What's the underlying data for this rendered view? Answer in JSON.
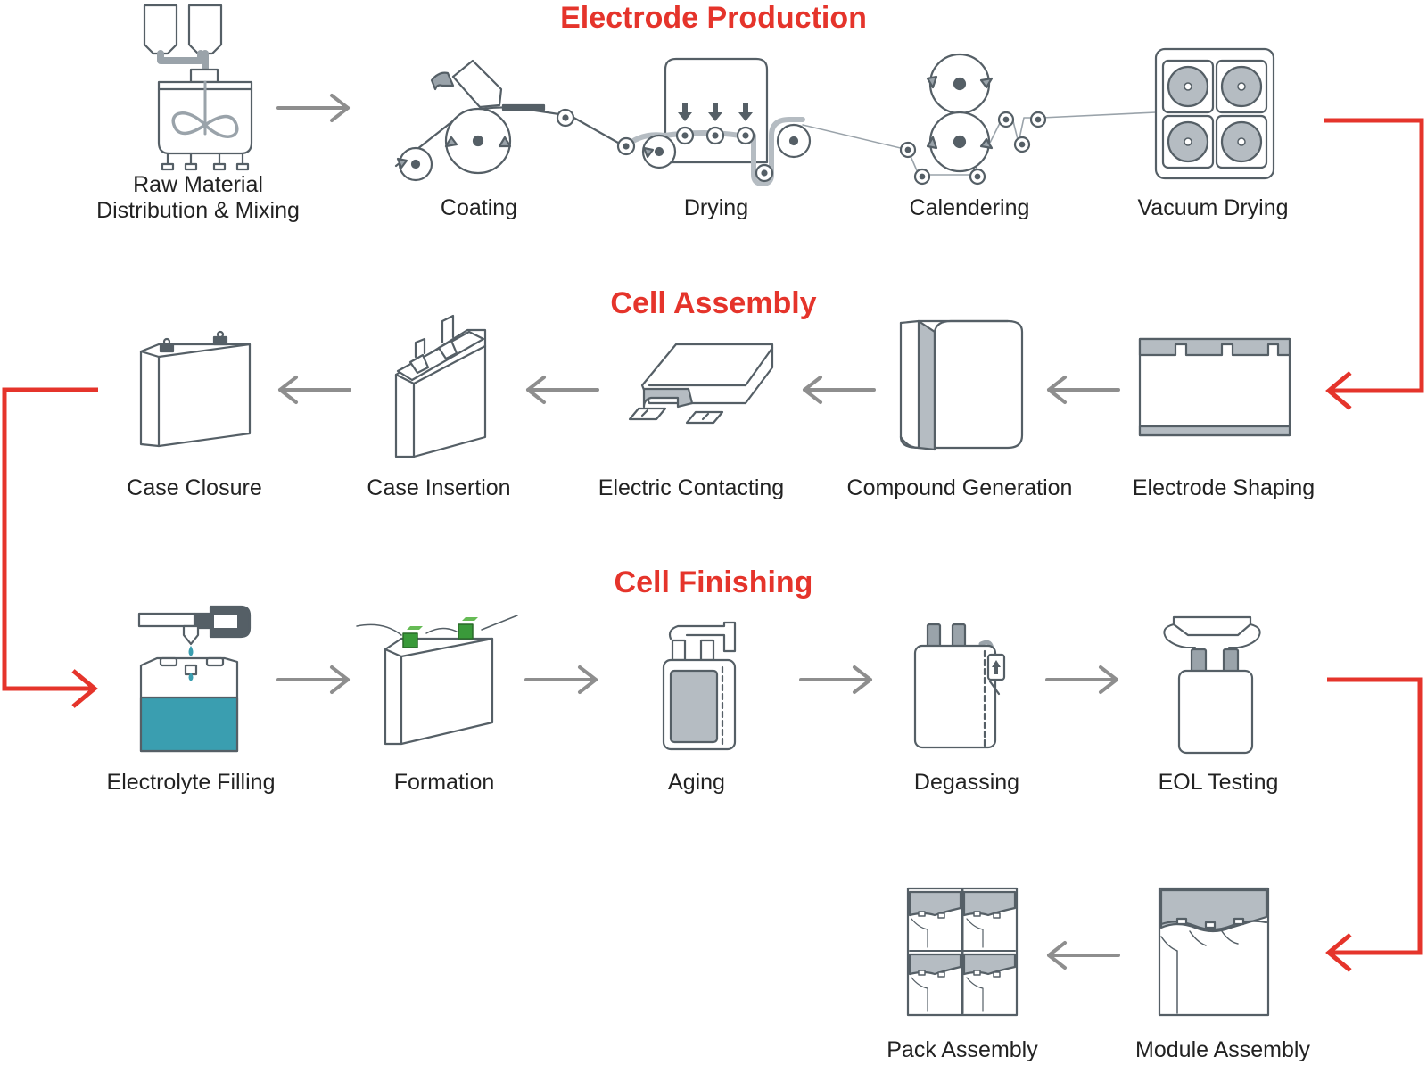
{
  "sections": {
    "electrode_production": "Electrode Production",
    "cell_assembly": "Cell Assembly",
    "cell_finishing": "Cell Finishing"
  },
  "steps": {
    "raw_material_line1": "Raw Material",
    "raw_material_line2": "Distribution & Mixing",
    "coating": "Coating",
    "drying": "Drying",
    "calendering": "Calendering",
    "vacuum_drying": "Vacuum Drying",
    "electrode_shaping": "Electrode Shaping",
    "compound_generation": "Compound Generation",
    "electric_contacting": "Electric Contacting",
    "case_insertion": "Case Insertion",
    "case_closure": "Case Closure",
    "electrolyte_filling": "Electrolyte Filling",
    "formation": "Formation",
    "aging": "Aging",
    "degassing": "Degassing",
    "eol_testing": "EOL Testing",
    "module_assembly": "Module Assembly",
    "pack_assembly": "Pack Assembly"
  },
  "colors": {
    "accent_red": "#e5342b",
    "line_gray": "#555f66",
    "arrow_gray": "#8e8e8e",
    "fill_gray": "#b5bcc2",
    "electrolyte_teal": "#3a9eb0",
    "terminal_green": "#3a9a3a"
  },
  "icons": [
    "mixer-icon",
    "coating-machine-icon",
    "dryer-icon",
    "calender-icon",
    "vacuum-dryer-icon",
    "electrode-sheet-icon",
    "electrode-roll-icon",
    "cell-stack-contacts-icon",
    "cell-insert-icon",
    "closed-cell-icon",
    "filling-cell-icon",
    "formation-cell-icon",
    "aging-cell-icon",
    "degassing-cell-icon",
    "eol-tester-icon",
    "module-icon",
    "pack-icon"
  ]
}
